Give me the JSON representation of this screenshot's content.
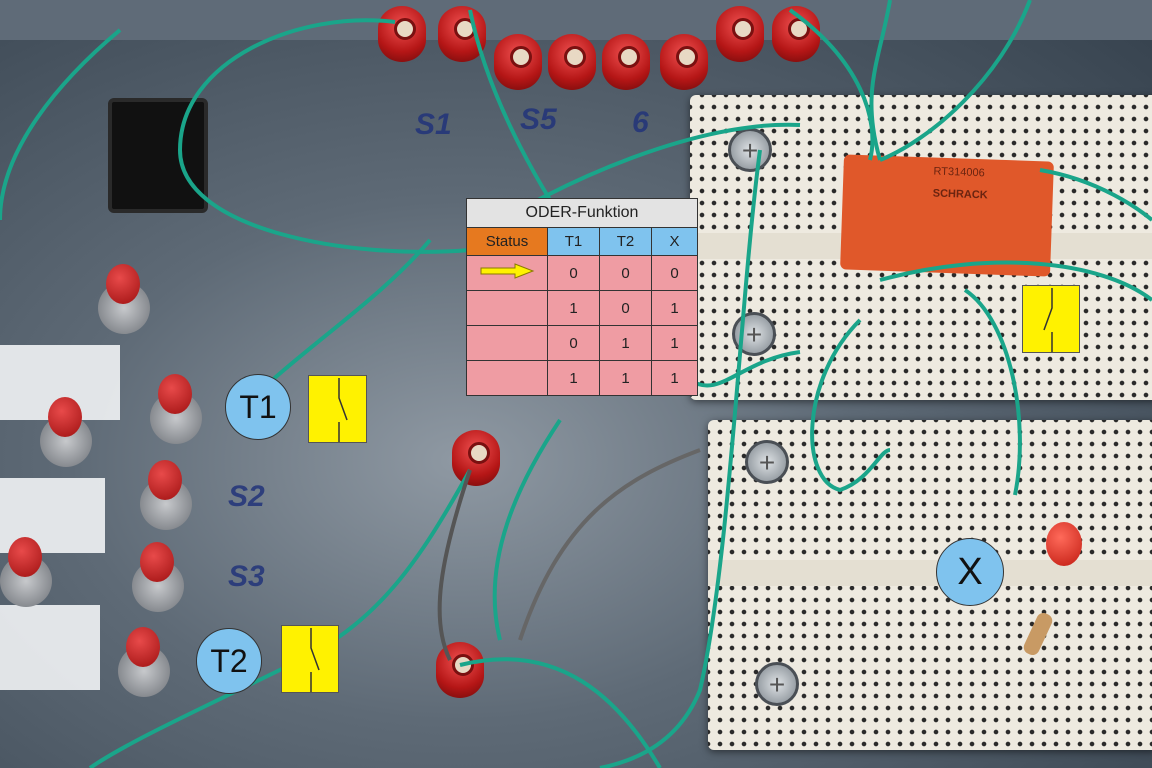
{
  "table": {
    "title": "ODER-Funktion",
    "headers": [
      "Status",
      "T1",
      "T2",
      "X"
    ],
    "rows": [
      {
        "status": "arrow",
        "t1": "0",
        "t2": "0",
        "x": "0"
      },
      {
        "status": "",
        "t1": "1",
        "t2": "0",
        "x": "1"
      },
      {
        "status": "",
        "t1": "0",
        "t2": "1",
        "x": "1"
      },
      {
        "status": "",
        "t1": "1",
        "t2": "1",
        "x": "1"
      }
    ]
  },
  "labels": {
    "t1": "T1",
    "t2": "T2",
    "x": "X"
  },
  "handwritten": {
    "s1": "S1",
    "s5": "S5",
    "six": "6",
    "s2": "S2",
    "s3": "S3"
  },
  "relay": {
    "text": "RT314006",
    "brand": "SCHRACK"
  },
  "colors": {
    "wire": "#1aa58a",
    "title_bg": "#e3e3e3",
    "header_bg": "#7fc3ee",
    "status_bg": "#e6791f",
    "row_bg": "#ef9ca3",
    "switch_bg": "#fff200",
    "arrow": "#fff200"
  }
}
